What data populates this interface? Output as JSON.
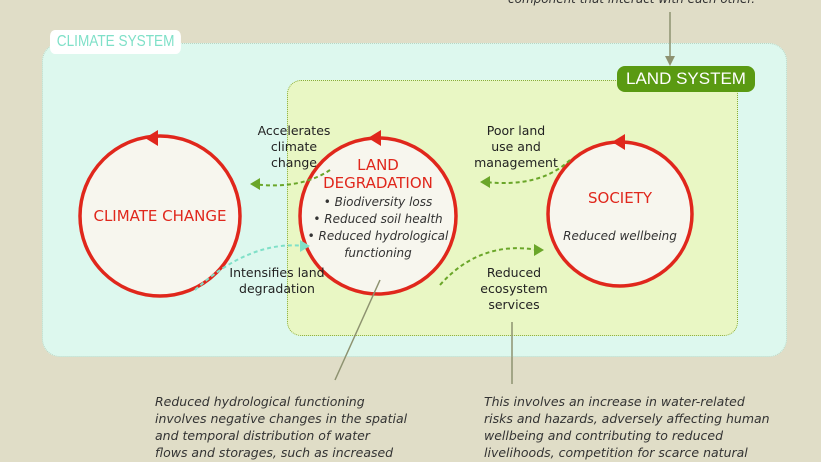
{
  "top_note": "component that interact with each other.",
  "labels": {
    "climate_system": "CLIMATE SYSTEM",
    "land_system": "LAND SYSTEM"
  },
  "nodes": {
    "climate_change": {
      "title": "CLIMATE CHANGE"
    },
    "land_degradation": {
      "title_1": "LAND",
      "title_2": "DEGRADATION",
      "items": [
        "• Biodiversity loss",
        "• Reduced soil health",
        "• Reduced hydrological",
        "functioning"
      ]
    },
    "society": {
      "title": "SOCIETY",
      "subtitle": "Reduced wellbeing"
    }
  },
  "links": {
    "accelerates": [
      "Accelerates",
      "climate",
      "change"
    ],
    "intensifies": [
      "Intensifies land",
      "degradation"
    ],
    "poor_land": [
      "Poor land",
      "use and",
      "management"
    ],
    "reduced_eco": [
      "Reduced",
      "ecosystem",
      "services"
    ]
  },
  "notes": {
    "left": [
      "Reduced hydrological functioning",
      "involves negative changes in the spatial",
      "and temporal distribution of water",
      "flows and storages, such as increased"
    ],
    "right": [
      "This involves an increase in water-related",
      "risks and hazards, adversely affecting human",
      "wellbeing and contributing to reduced",
      "livelihoods, competition for scarce natural"
    ]
  },
  "colors": {
    "red": "#e0271c",
    "green": "#5a9a12",
    "teal": "#7fe0c8"
  }
}
